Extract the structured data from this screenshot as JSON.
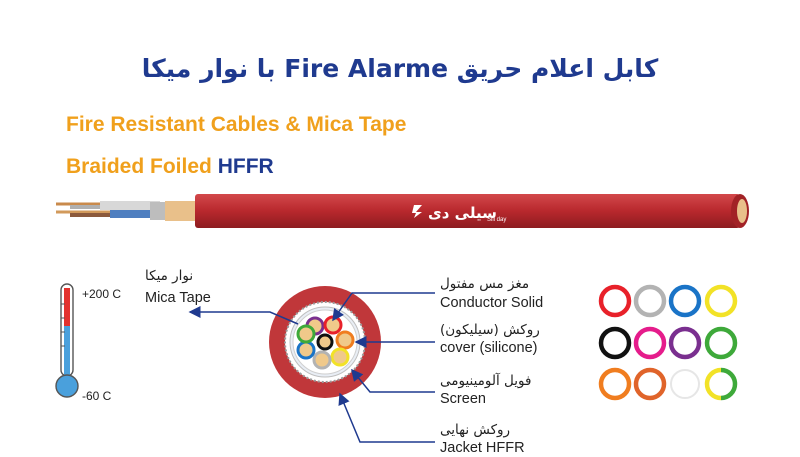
{
  "title": "کابل اعلام حریق  Fire Alarme با نوار میکا",
  "subtitle_line1": "Fire Resistant Cables & Mica Tape",
  "subtitle_line2_prefix": "Braided Foiled",
  "subtitle_line2_accent": "HFFR",
  "logo": {
    "text_fa": "سیلی دی",
    "text_en": "Sili day"
  },
  "thermometer": {
    "max_label": "+200 C",
    "min_label": "-60 C"
  },
  "labels": {
    "mica_fa": "نوار میکا",
    "mica_en": "Mica Tape",
    "conductor_fa": "مغز مس مفتول",
    "conductor_en": "Conductor Solid",
    "cover_fa": "روکش (سیلیکون)",
    "cover_en": "cover (silicone)",
    "screen_fa": "فویل آلومینیومی",
    "screen_en": "Screen",
    "jacket_fa": "روکش نهایی",
    "jacket_en": "Jacket HFFR"
  },
  "colors": {
    "title": "#1f3a8f",
    "subtitle": "#f0a01c",
    "jacket": "#c0373a",
    "arrows": "#1f3a8f"
  },
  "core_colors": [
    "#e8212a",
    "#b3b3b3",
    "#1a74c7",
    "#f2e227",
    "#111111",
    "#e51c8b",
    "#7a2f8f",
    "#3ea93a",
    "#f07d1f",
    "#e0642a",
    "#ffffff",
    "#f2e227/#3ea93a"
  ]
}
